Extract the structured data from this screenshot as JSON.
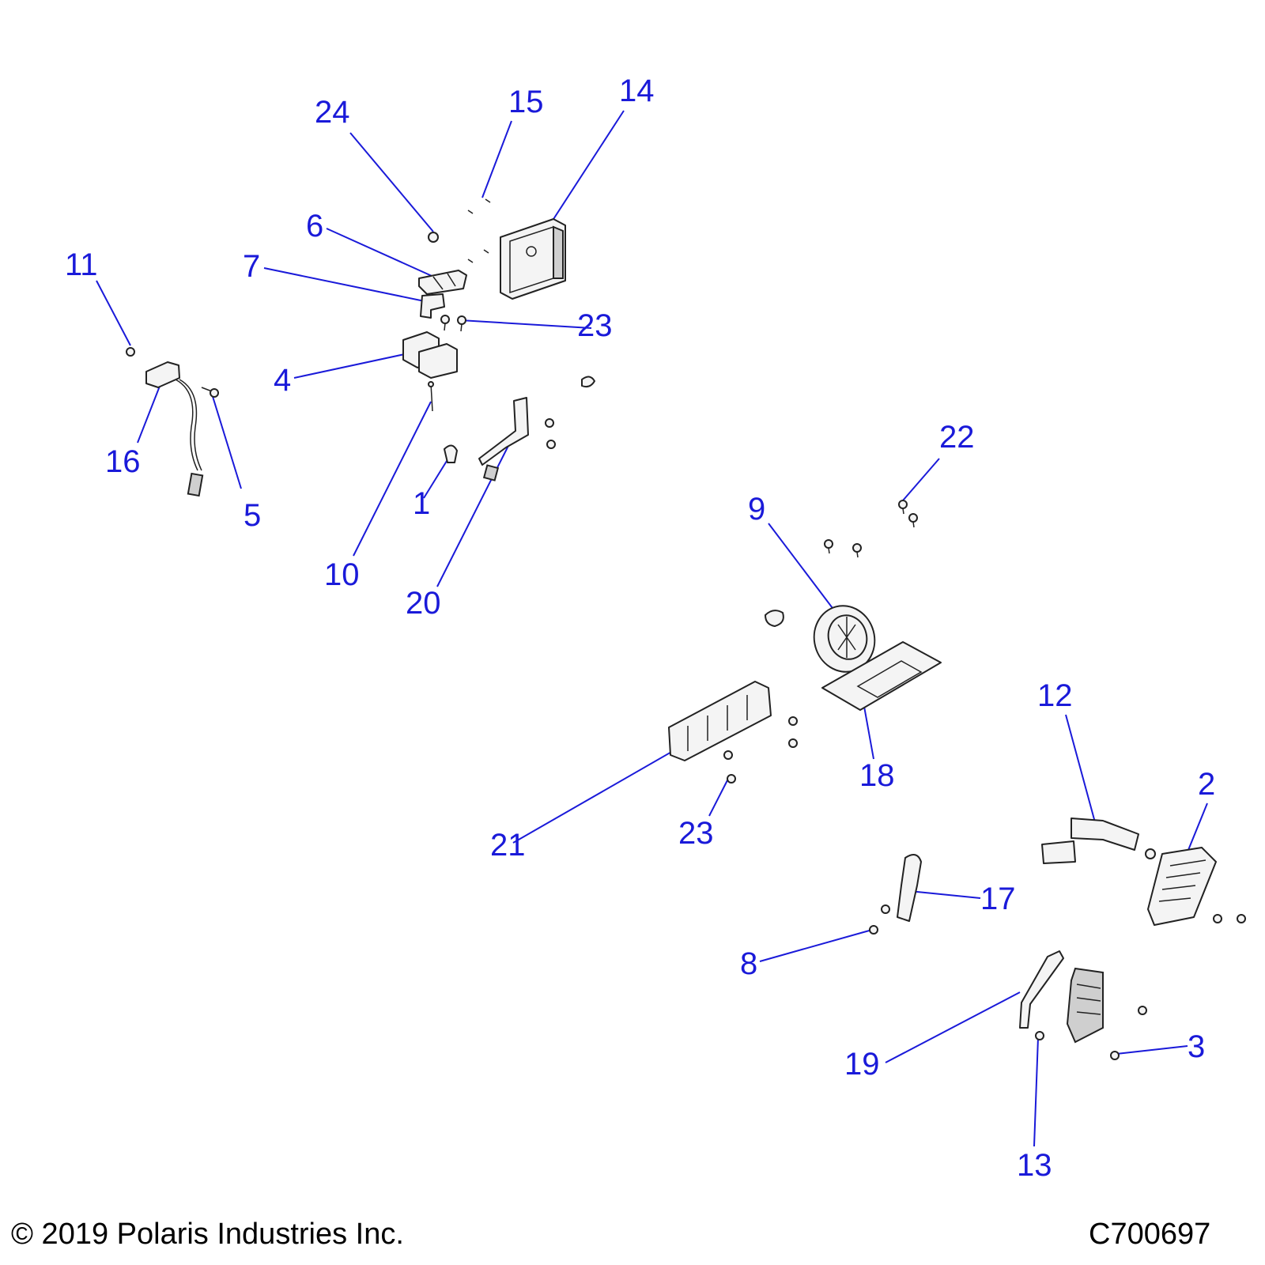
{
  "labels": [
    {
      "id": "1",
      "text": "1"
    },
    {
      "id": "2",
      "text": "2"
    },
    {
      "id": "3",
      "text": "3"
    },
    {
      "id": "4",
      "text": "4"
    },
    {
      "id": "5",
      "text": "5"
    },
    {
      "id": "6",
      "text": "6"
    },
    {
      "id": "7",
      "text": "7"
    },
    {
      "id": "8",
      "text": "8"
    },
    {
      "id": "9",
      "text": "9"
    },
    {
      "id": "10",
      "text": "10"
    },
    {
      "id": "11",
      "text": "11"
    },
    {
      "id": "12",
      "text": "12"
    },
    {
      "id": "13",
      "text": "13"
    },
    {
      "id": "14",
      "text": "14"
    },
    {
      "id": "15",
      "text": "15"
    },
    {
      "id": "16",
      "text": "16"
    },
    {
      "id": "17",
      "text": "17"
    },
    {
      "id": "18",
      "text": "18"
    },
    {
      "id": "19",
      "text": "19"
    },
    {
      "id": "20",
      "text": "20"
    },
    {
      "id": "21",
      "text": "21"
    },
    {
      "id": "22",
      "text": "22"
    },
    {
      "id": "23a",
      "text": "23"
    },
    {
      "id": "23b",
      "text": "23"
    },
    {
      "id": "24",
      "text": "24"
    }
  ],
  "footer": {
    "copyright": "© 2019 Polaris Industries Inc.",
    "diagram_code": "C700697"
  },
  "colors": {
    "label": "#1a1ad9",
    "part_outline": "#222222"
  }
}
